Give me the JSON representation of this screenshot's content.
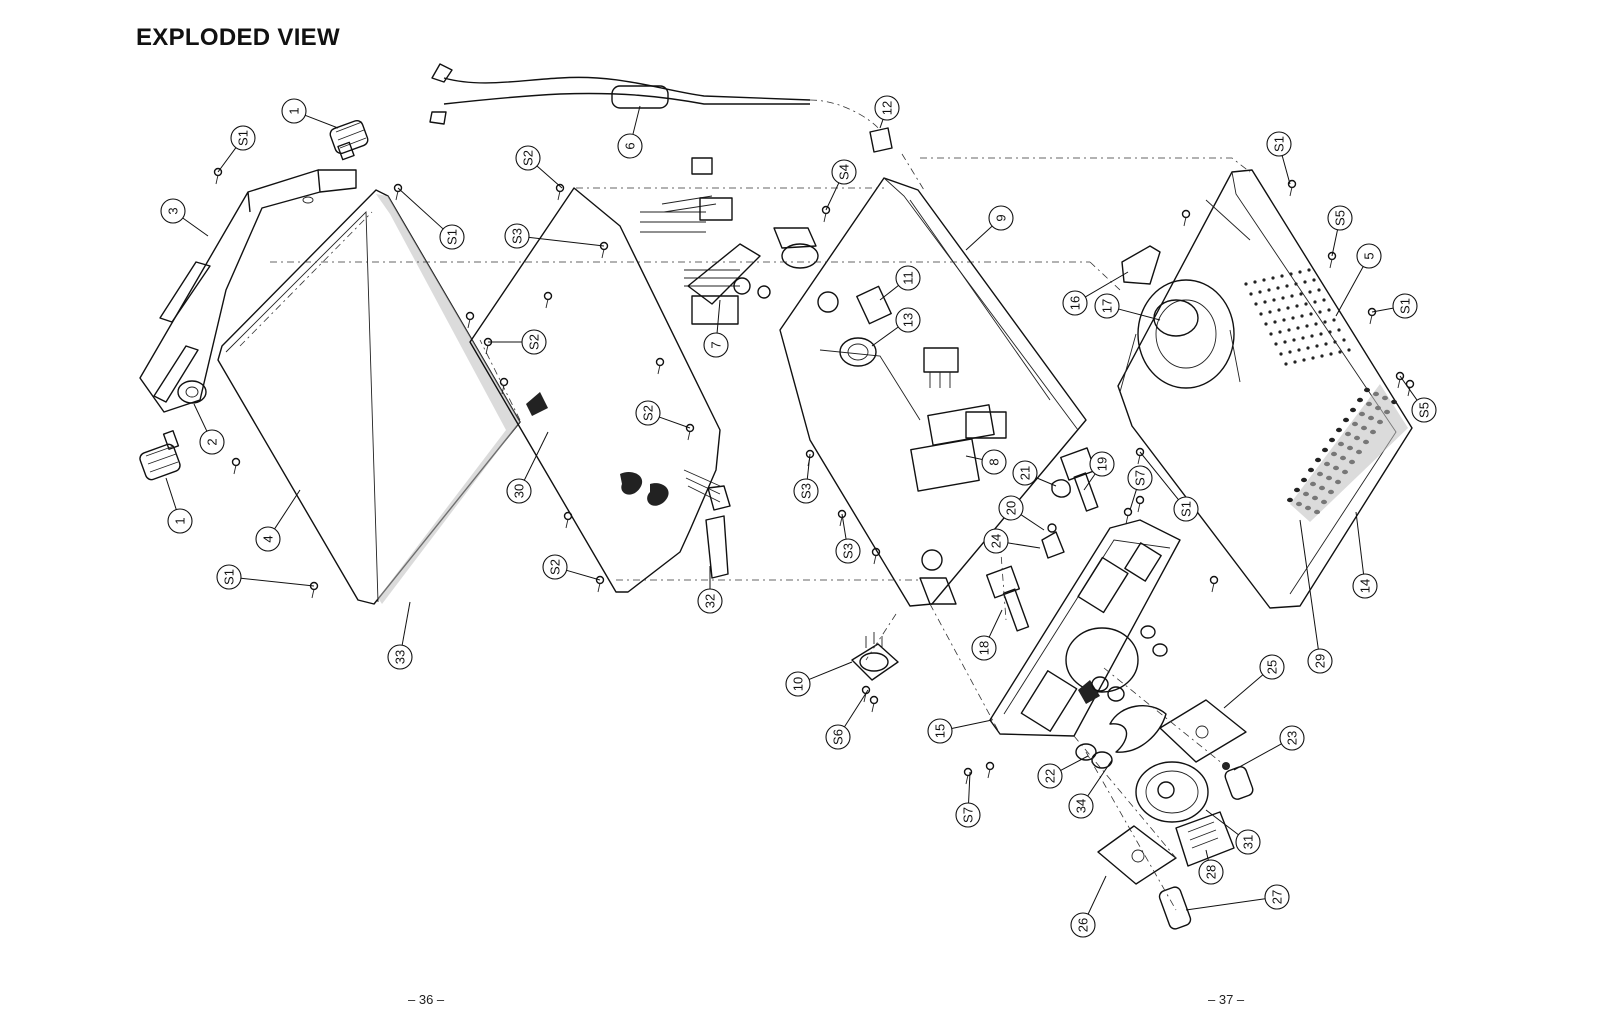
{
  "title": "EXPLODED VIEW",
  "page_numbers": {
    "left": "– 36 –",
    "right": "– 37 –"
  },
  "callouts": [
    {
      "id": "c1a",
      "label": "1"
    },
    {
      "id": "c1b",
      "label": "1"
    },
    {
      "id": "c2",
      "label": "2"
    },
    {
      "id": "c3",
      "label": "3"
    },
    {
      "id": "c4",
      "label": "4"
    },
    {
      "id": "c5",
      "label": "5"
    },
    {
      "id": "c6",
      "label": "6"
    },
    {
      "id": "c7",
      "label": "7"
    },
    {
      "id": "c8",
      "label": "8"
    },
    {
      "id": "c9",
      "label": "9"
    },
    {
      "id": "c10",
      "label": "10"
    },
    {
      "id": "c11",
      "label": "11"
    },
    {
      "id": "c12",
      "label": "12"
    },
    {
      "id": "c13",
      "label": "13"
    },
    {
      "id": "c14",
      "label": "14"
    },
    {
      "id": "c15",
      "label": "15"
    },
    {
      "id": "c16",
      "label": "16"
    },
    {
      "id": "c17",
      "label": "17"
    },
    {
      "id": "c18",
      "label": "18"
    },
    {
      "id": "c19",
      "label": "19"
    },
    {
      "id": "c20",
      "label": "20"
    },
    {
      "id": "c21",
      "label": "21"
    },
    {
      "id": "c22",
      "label": "22"
    },
    {
      "id": "c23",
      "label": "23"
    },
    {
      "id": "c24",
      "label": "24"
    },
    {
      "id": "c25",
      "label": "25"
    },
    {
      "id": "c26",
      "label": "26"
    },
    {
      "id": "c27",
      "label": "27"
    },
    {
      "id": "c28",
      "label": "28"
    },
    {
      "id": "c29",
      "label": "29"
    },
    {
      "id": "c30",
      "label": "30"
    },
    {
      "id": "c31",
      "label": "31"
    },
    {
      "id": "c32",
      "label": "32"
    },
    {
      "id": "c33",
      "label": "33"
    },
    {
      "id": "c34",
      "label": "34"
    },
    {
      "id": "s1a",
      "label": "S1"
    },
    {
      "id": "s1b",
      "label": "S1"
    },
    {
      "id": "s1c",
      "label": "S1"
    },
    {
      "id": "s1d",
      "label": "S1"
    },
    {
      "id": "s1e",
      "label": "S1"
    },
    {
      "id": "s1f",
      "label": "S1"
    },
    {
      "id": "s2a",
      "label": "S2"
    },
    {
      "id": "s2b",
      "label": "S2"
    },
    {
      "id": "s2c",
      "label": "S2"
    },
    {
      "id": "s2d",
      "label": "S2"
    },
    {
      "id": "s3a",
      "label": "S3"
    },
    {
      "id": "s3b",
      "label": "S3"
    },
    {
      "id": "s3c",
      "label": "S3"
    },
    {
      "id": "s4",
      "label": "S4"
    },
    {
      "id": "s5a",
      "label": "S5"
    },
    {
      "id": "s5b",
      "label": "S5"
    },
    {
      "id": "s6",
      "label": "S6"
    },
    {
      "id": "s7a",
      "label": "S7"
    },
    {
      "id": "s7b",
      "label": "S7"
    }
  ]
}
